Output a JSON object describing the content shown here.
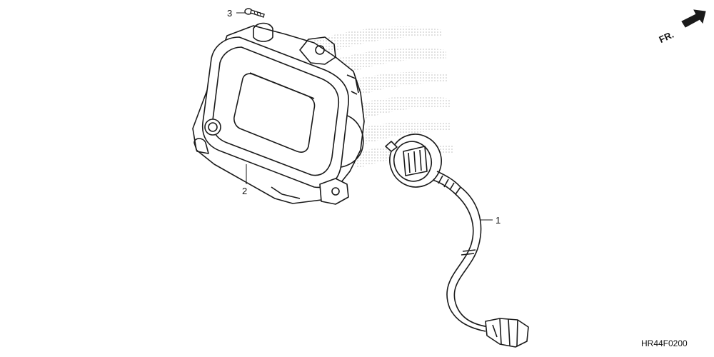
{
  "diagram": {
    "direction_label": "FR.",
    "figure_code": "HR44F0200",
    "callouts": [
      {
        "id": "1",
        "label": "1"
      },
      {
        "id": "2",
        "label": "2"
      },
      {
        "id": "3",
        "label": "3"
      }
    ]
  },
  "colors": {
    "line": "#1a1a1a",
    "watermark": "#b5b5b5",
    "background": "#ffffff"
  }
}
